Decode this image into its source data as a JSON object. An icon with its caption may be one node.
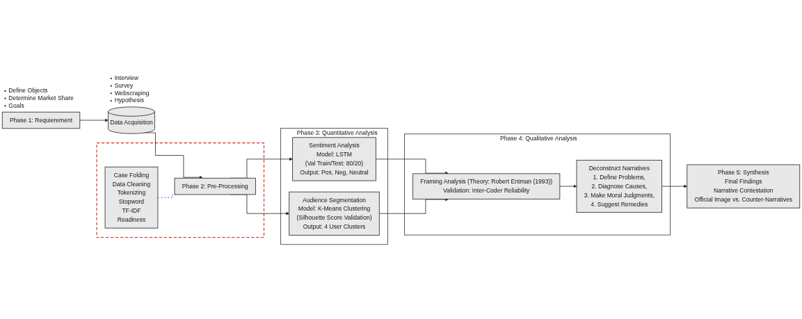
{
  "diagram": {
    "nodes": [
      {
        "text": [
          "Phase 1: Requierement"
        ],
        "beside": [
          "Define Objects",
          "Determine Market Share",
          "Goals"
        ]
      },
      {
        "text": [
          "Data Acquisition"
        ],
        "beside": [
          "Interview",
          "Survey",
          "Webscraping",
          "Hypothesis"
        ]
      },
      {
        "text": [],
        "shape": "box"
      },
      {
        "text": [
          "Case Folding",
          "Data Cleaning",
          "Tokenizing",
          "Stopword",
          "TF-IDF",
          "Readiness"
        ],
        "in": 2
      },
      {
        "text": [
          "Phase 2: Pre-Processing"
        ],
        "in": 2
      },
      {
        "text": [
          "Phase 3: Quantitative Analysis"
        ]
      },
      {
        "text": [
          "Sentiment Analysis",
          "Model: LSTM",
          "(Val Train/Test: 80/20)",
          "Output: Pos, Neg, Neutral"
        ],
        "in": 5
      },
      {
        "text": [
          "Audience Segmentation",
          "Model: K-Means Clustering",
          "(Silhouette Score Validation)",
          "Output: 4 User Clusters"
        ],
        "in": 5
      },
      {
        "text": [
          "Phase 4: Qualitative Analysis"
        ]
      },
      {
        "text": [
          "Framing Analysis (Theory: Robert Entman (1993))",
          "Validation: Inter-Coder Reliability"
        ],
        "in": 8
      },
      {
        "text": [
          "Deconstruct Narratives",
          "1. Define Problems,",
          "2. Diagnose Causes,",
          "3. Make Moral Judgments,",
          "4. Suggest Remedies"
        ],
        "in": 8
      },
      {
        "text": [
          "Phase 5: Synthesis",
          "Final Findings",
          "Narrative Contestation",
          "Official Image vs. Counter-Narratives"
        ]
      }
    ],
    "edges": [
      {
        "from": 0,
        "to": 1,
        "arrow": "to"
      },
      {
        "from": 1,
        "to": 4,
        "arrow": "to"
      },
      {
        "from": 3,
        "to": 4,
        "arrow": "none",
        "style": "dashed",
        "color": "#0000ff"
      },
      {
        "from": 4,
        "to": 6,
        "arrow": "to"
      },
      {
        "from": 4,
        "to": 7,
        "arrow": "to"
      },
      {
        "from": 6,
        "to": 9,
        "arrow": "to"
      },
      {
        "from": 7,
        "to": 9,
        "arrow": "to"
      },
      {
        "from": 9,
        "to": 10,
        "arrow": "to"
      },
      {
        "from": 10,
        "to": 11,
        "arrow": "to"
      }
    ]
  }
}
